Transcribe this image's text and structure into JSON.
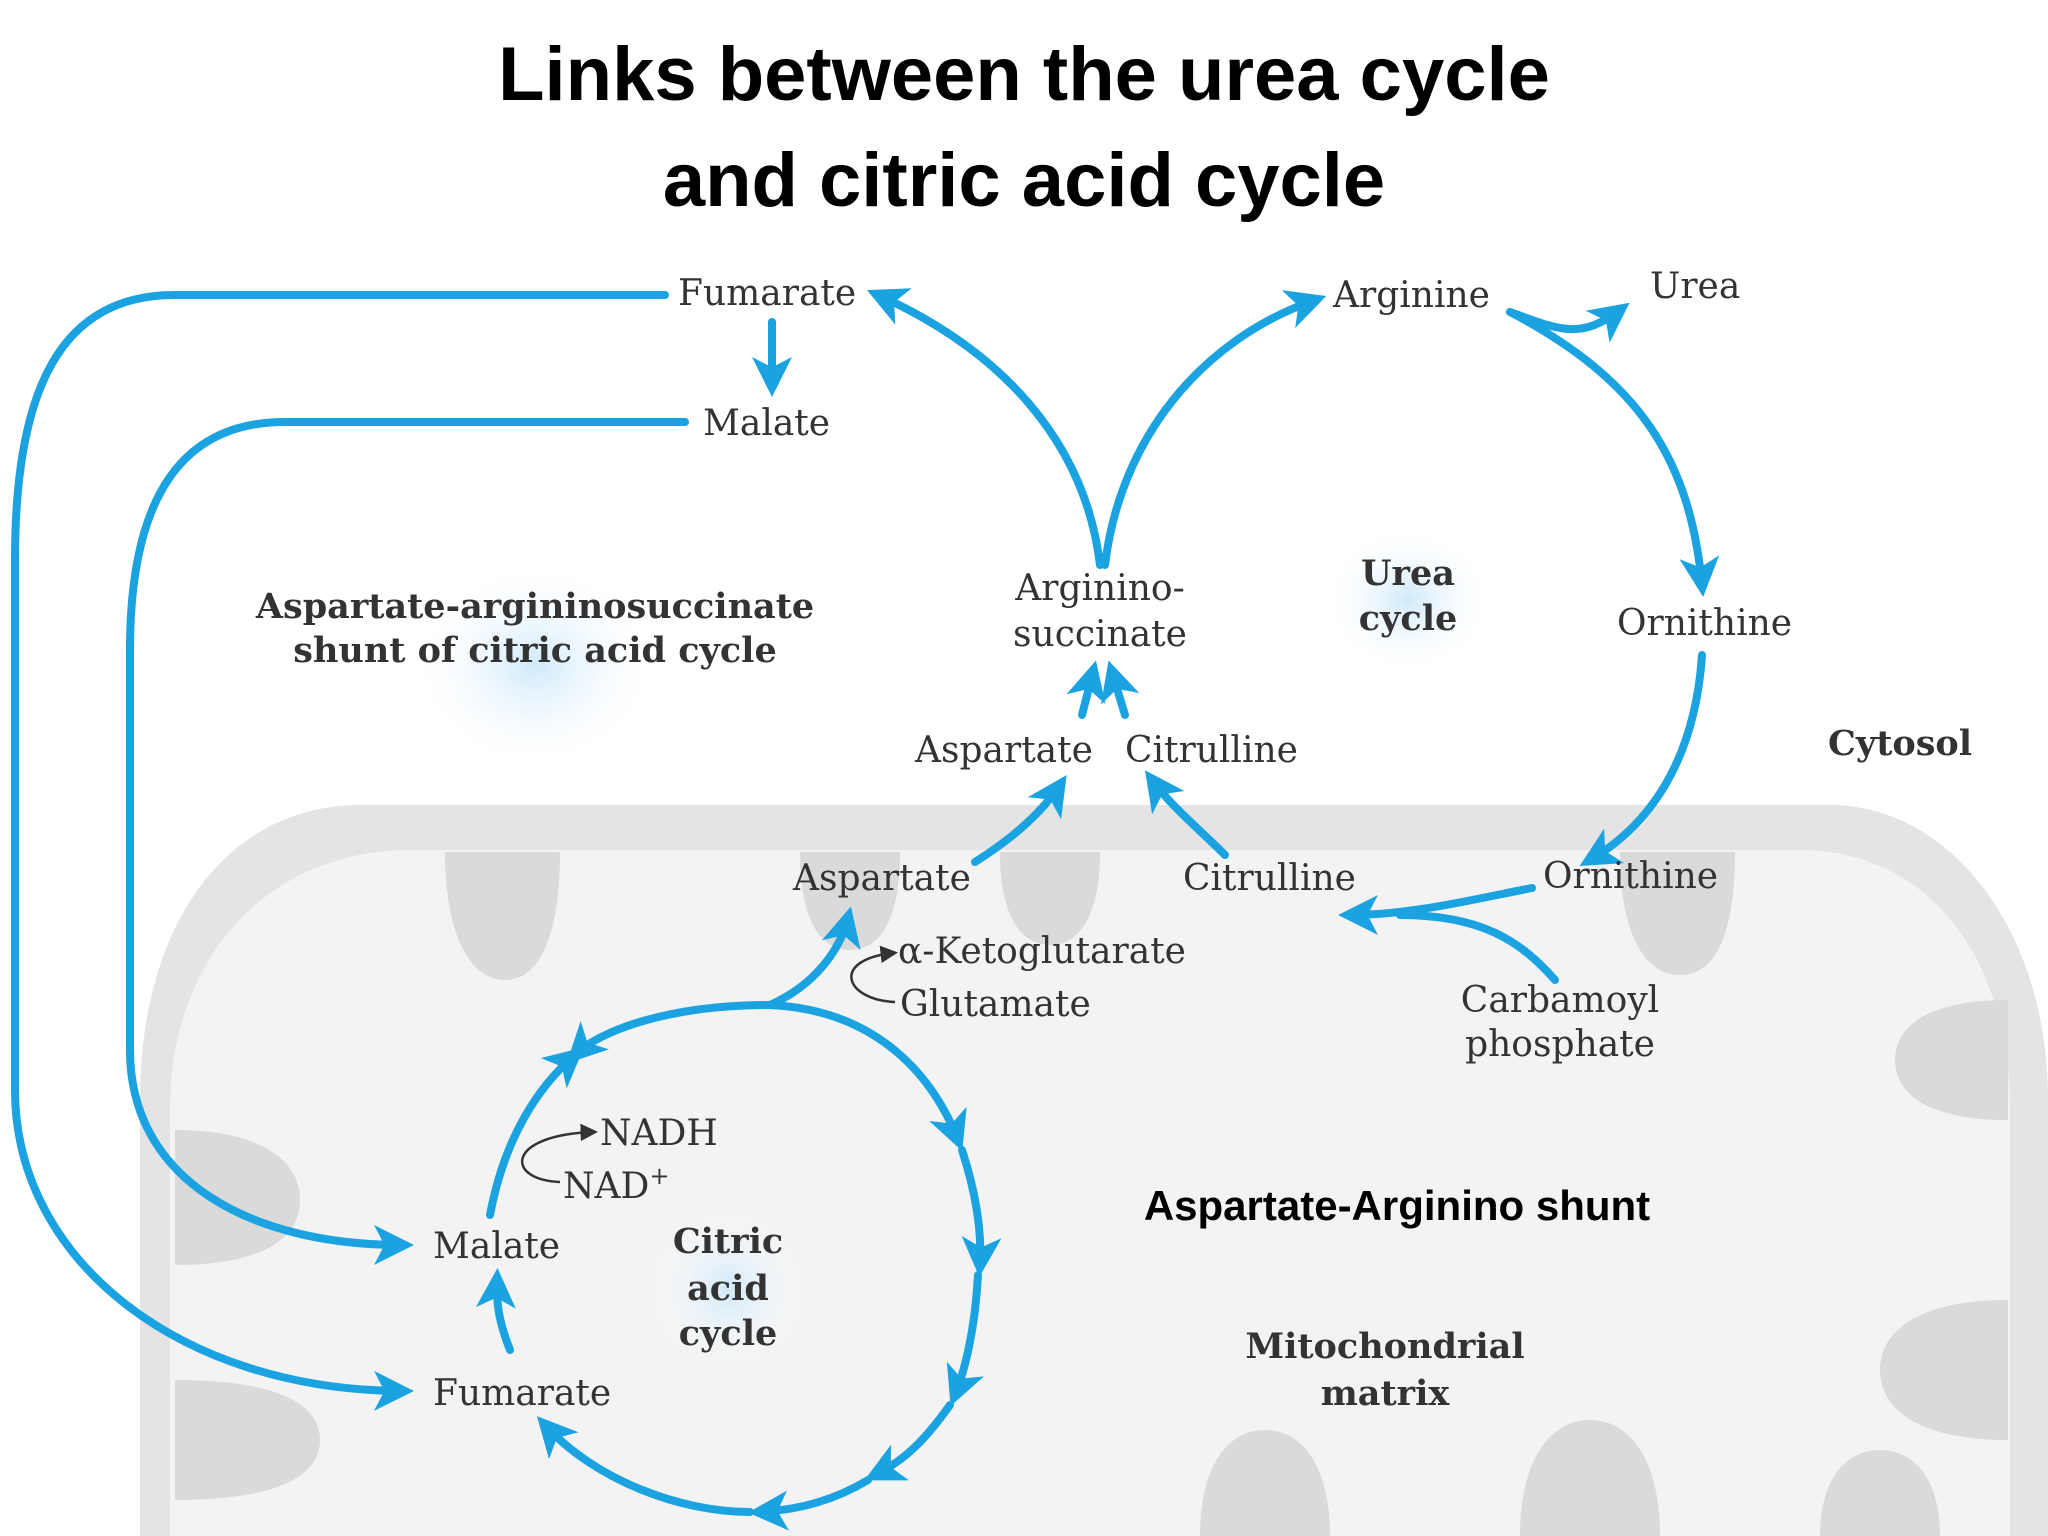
{
  "title": {
    "line1": "Links between the urea cycle",
    "line2": "and citric acid cycle"
  },
  "colors": {
    "arrow": "#1aa3e0",
    "matrix": "#e3e3e3",
    "text": "#333333",
    "glow": "#cfe9fa"
  },
  "labels": {
    "fumarate_top": "Fumarate",
    "malate_top": "Malate",
    "arginine": "Arginine",
    "urea": "Urea",
    "argininosuccinate_1": "Arginino-",
    "argininosuccinate_2": "succinate",
    "urea_cycle_1": "Urea",
    "urea_cycle_2": "cycle",
    "ornithine_cytosol": "Ornithine",
    "cytosol": "Cytosol",
    "shunt_1": "Aspartate-argininosuccinate",
    "shunt_2": "shunt of citric acid cycle",
    "aspartate_cytosol": "Aspartate",
    "citrulline_cytosol": "Citrulline",
    "aspartate_matrix": "Aspartate",
    "citrulline_matrix": "Citrulline",
    "ornithine_matrix": "Ornithine",
    "ketoglutarate": "α-Ketoglutarate",
    "glutamate": "Glutamate",
    "carbamoyl_1": "Carbamoyl",
    "carbamoyl_2": "phosphate",
    "nadh": "NADH",
    "nad": "NAD",
    "nad_sup": "+",
    "malate_matrix": "Malate",
    "fumarate_matrix": "Fumarate",
    "citric_1": "Citric",
    "citric_2": "acid",
    "citric_3": "cycle",
    "matrix_1": "Mitochondrial",
    "matrix_2": "matrix",
    "shunt_caption": "Aspartate-Arginino shunt"
  }
}
